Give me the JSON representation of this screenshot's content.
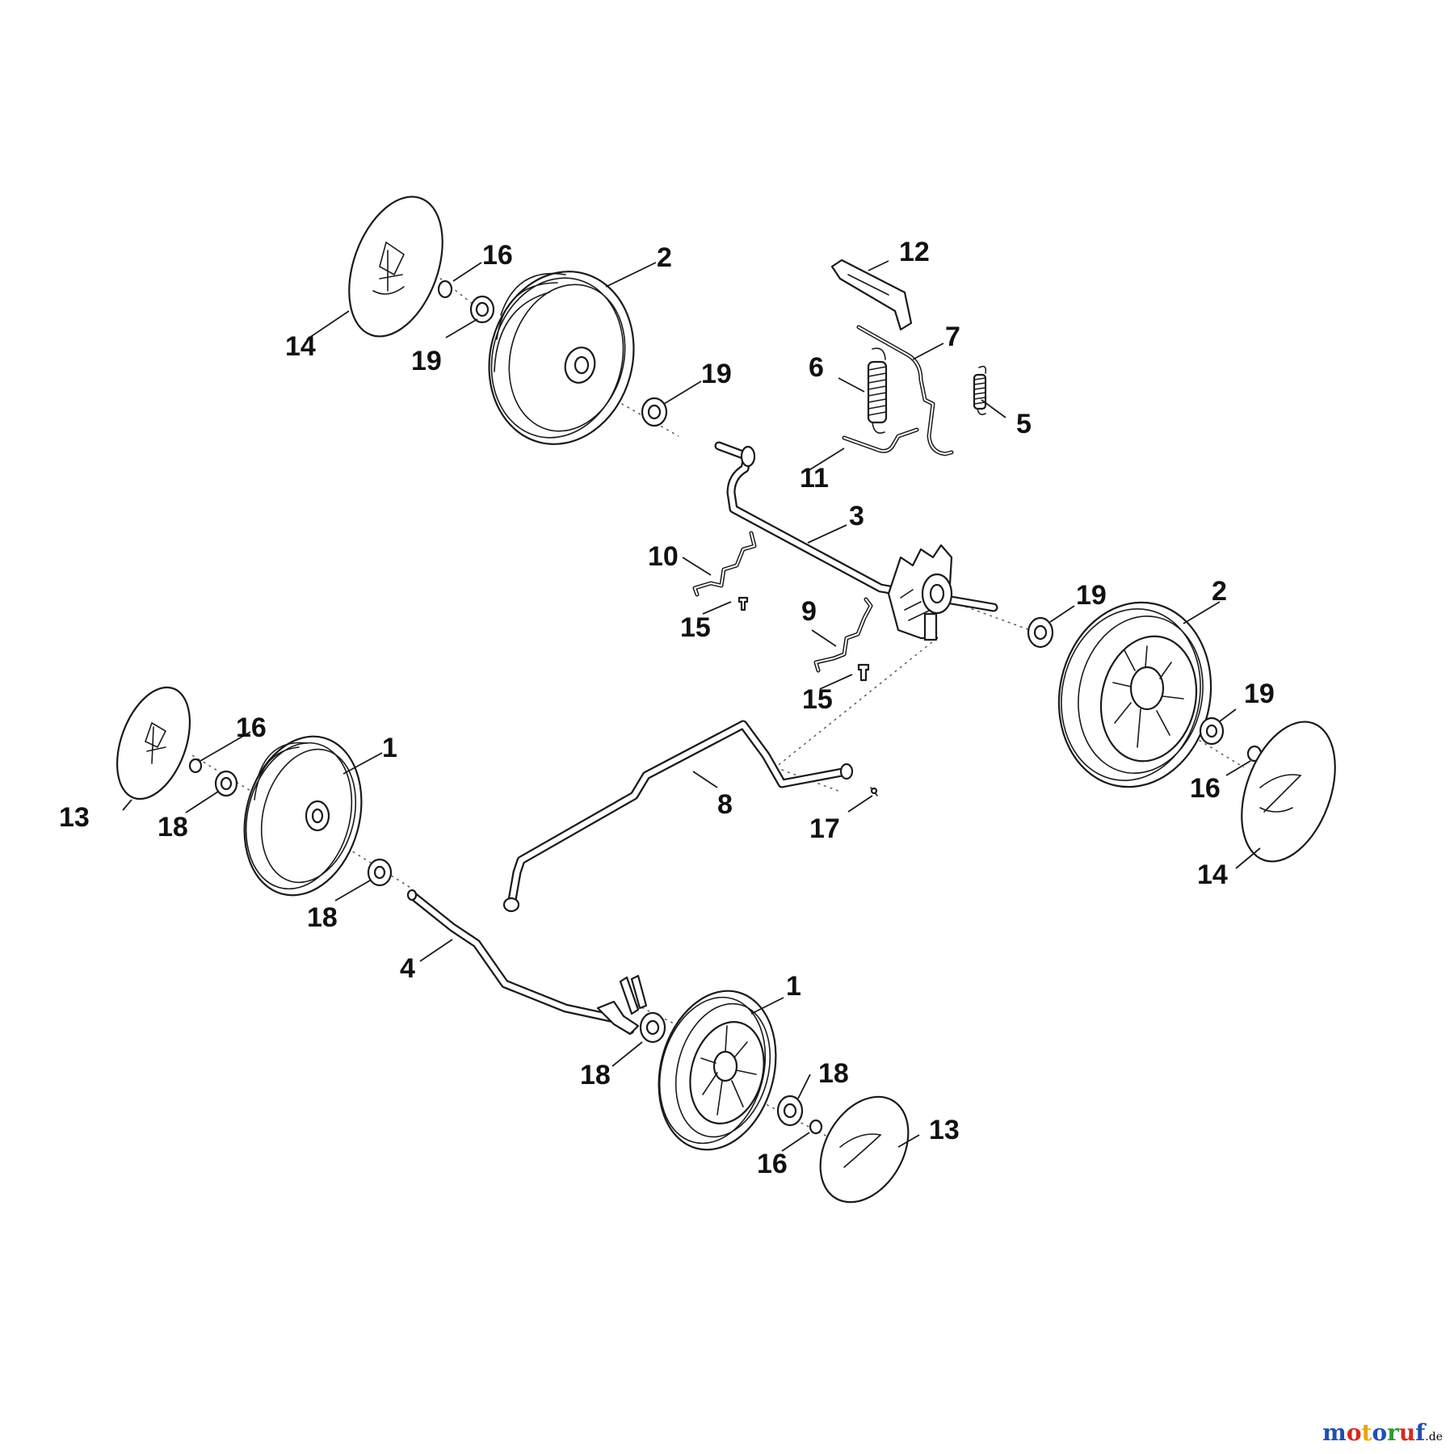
{
  "diagram": {
    "labels": [
      "1",
      "1",
      "2",
      "2",
      "3",
      "4",
      "5",
      "6",
      "7",
      "8",
      "9",
      "10",
      "11",
      "12",
      "13",
      "13",
      "14",
      "14",
      "15",
      "15",
      "16",
      "16",
      "16",
      "16",
      "17",
      "18",
      "18",
      "18",
      "18",
      "19",
      "19",
      "19",
      "19"
    ]
  },
  "watermark": {
    "name": "motoruf",
    "tld": ".de",
    "colors": [
      "#1f4fb4",
      "#d42a1e",
      "#e9a400",
      "#1f4fb4",
      "#2f9a2f",
      "#d42a1e",
      "#1f4fb4"
    ]
  }
}
